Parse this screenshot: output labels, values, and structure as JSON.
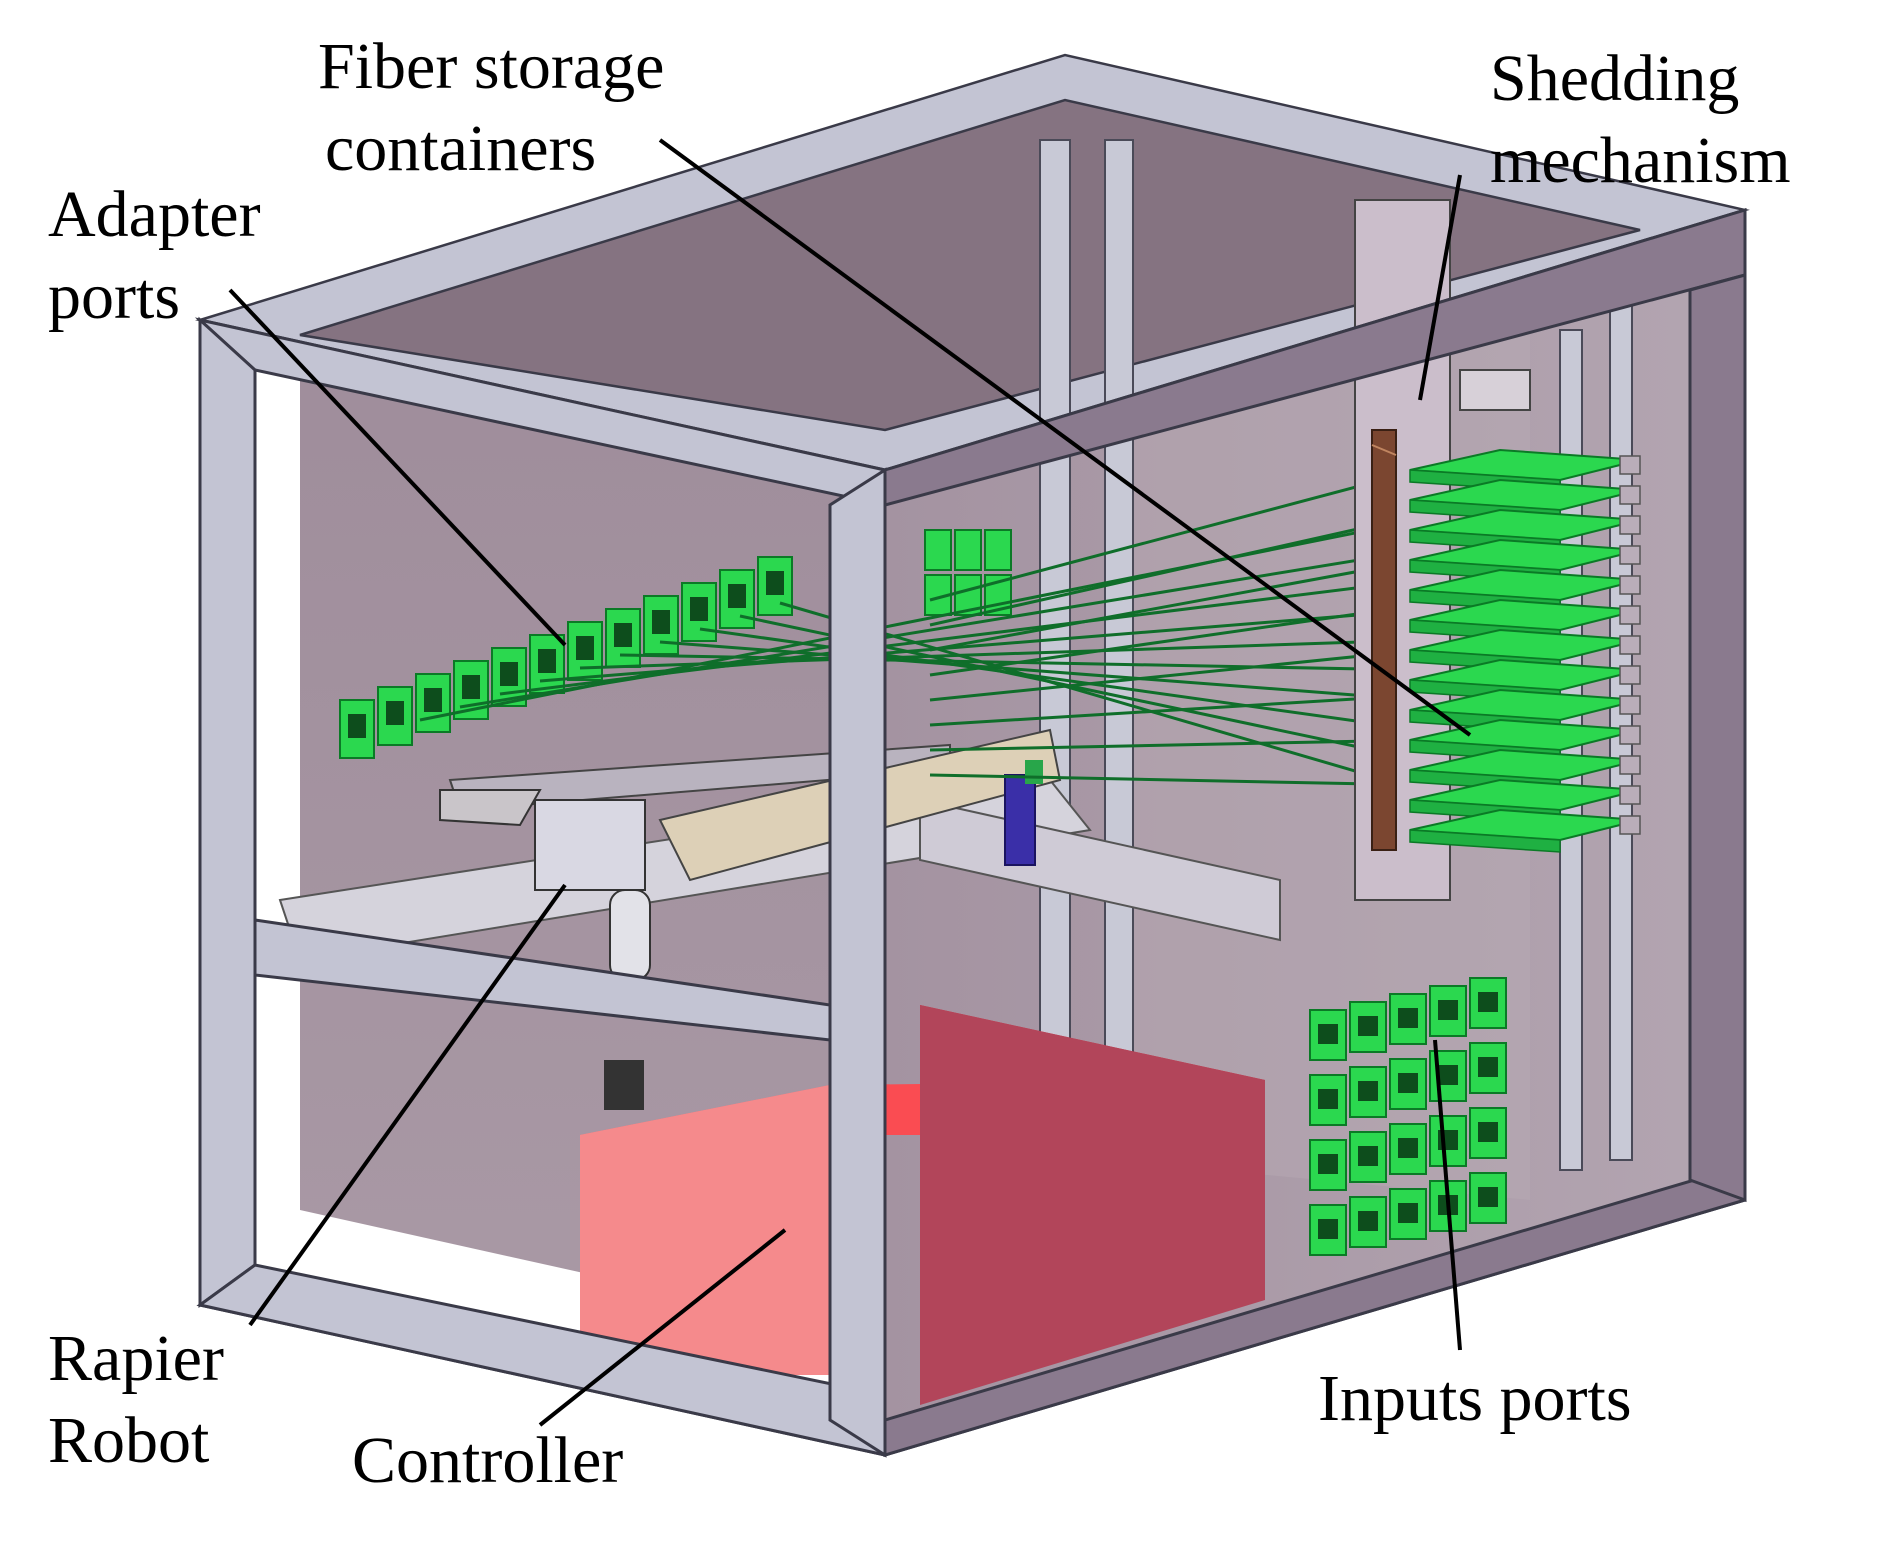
{
  "labels": {
    "fiber_storage": [
      "Fiber storage",
      "containers"
    ],
    "shedding": [
      "Shedding",
      "mechanism"
    ],
    "adapter_ports": [
      "Adapter",
      "ports"
    ],
    "rapier_robot": [
      "Rapier",
      "Robot"
    ],
    "controller": "Controller",
    "inputs_ports": "Inputs ports"
  },
  "colors": {
    "frame": "#c3c4d3",
    "frame_edge": "#3a3a48",
    "panel": "#93818f",
    "panel_light": "#a99aa6",
    "connector": "#2bd84f",
    "connector_dark": "#0b7a26",
    "controller_front": "#f58a8c",
    "controller_top": "#fa4c52",
    "controller_side": "#b2455a",
    "leader_line": "#000000"
  }
}
